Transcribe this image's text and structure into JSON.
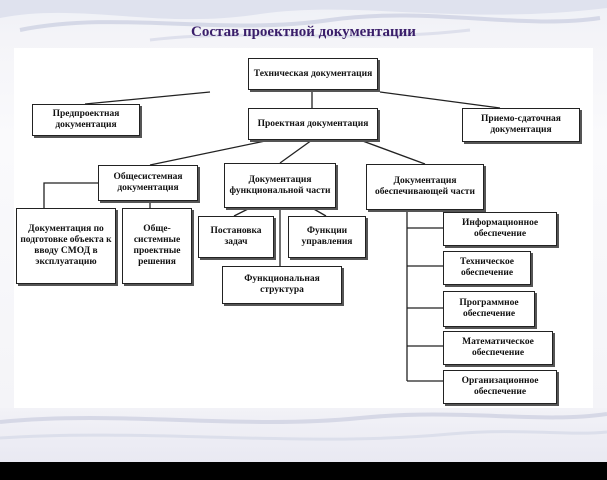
{
  "slide": {
    "title": "Состав проектной документации"
  },
  "diagram": {
    "root": "Техническая документация",
    "level1": {
      "pre": "Предпроектная документация",
      "proj": "Проектная документация",
      "accept": "Приемо-сдаточная документация"
    },
    "level2": {
      "general": "Общесистемная документация",
      "functional": "Документация функциональной части",
      "support": "Документация обеспечивающей части"
    },
    "general_children": {
      "smod": "Документация по подготовке объекта к вводу СМОД в эксплуатацию",
      "solutions": "Обще-системные проектные решения"
    },
    "functional_children": {
      "tasks": "Постановка задач",
      "control": "Функции управления",
      "structure": "Функциональная структура"
    },
    "support_children": {
      "info": "Информационное обеспечение",
      "tech": "Техническое обеспечение",
      "soft": "Программное обеспечение",
      "math": "Математическое обеспечение",
      "org": "Организационное обеспечение"
    }
  },
  "colors": {
    "title": "#3a1e6a",
    "line": "#222222",
    "background_bar": "#000000"
  }
}
